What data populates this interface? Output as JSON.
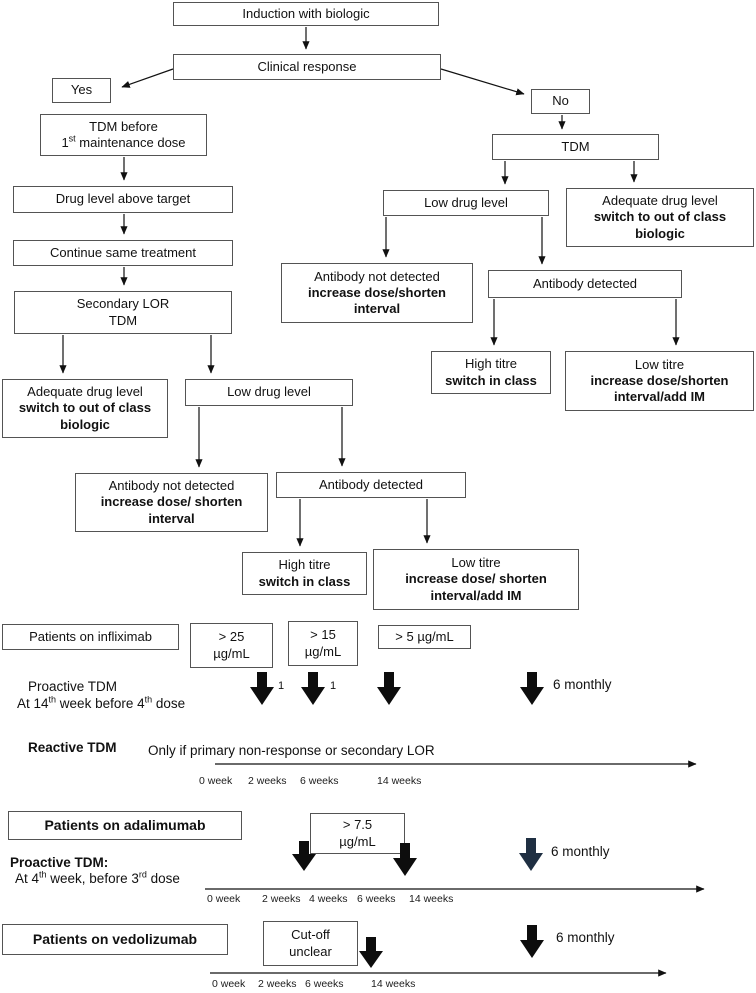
{
  "colors": {
    "box_border": "#545454",
    "line_black": "#111111",
    "block_arrow_black": "#0d0d0d",
    "block_arrow_navy": "#1f2f42"
  },
  "nodes": {
    "induction": "Induction with biologic",
    "clinical": "Clinical response",
    "yes": "Yes",
    "no": "No",
    "tdm_before": {
      "l1": "TDM before",
      "n": "1",
      "sup": "st",
      "rest": " maintenance dose"
    },
    "tdm": "TDM",
    "drug_above": "Drug level above target",
    "continue_same": "Continue same treatment",
    "secondary_lor": {
      "l1": "Secondary LOR",
      "l2": "TDM"
    },
    "low_drug_right": "Low drug level",
    "adequate_right": {
      "l1": "Adequate drug level",
      "l2": "switch to out of class biologic"
    },
    "ab_not_right": {
      "l1": "Antibody not detected",
      "l2": "increase dose/shorten interval"
    },
    "ab_det_right": "Antibody detected",
    "high_titre_right": {
      "l1": "High titre",
      "l2": "switch in class"
    },
    "low_titre_right": {
      "l1": "Low titre",
      "l2": "increase dose/shorten interval/add IM"
    },
    "adequate_left": {
      "l1": "Adequate drug level",
      "l2": "switch to out of class biologic"
    },
    "low_drug_left": "Low drug level",
    "ab_not_left": {
      "l1": "Antibody not detected",
      "l2": "increase dose/ shorten interval"
    },
    "ab_det_left": "Antibody detected",
    "high_titre_left": {
      "l1": "High titre",
      "l2": "switch in class"
    },
    "low_titre_left": {
      "l1": "Low titre",
      "l2": "increase dose/ shorten interval/add IM"
    }
  },
  "sections": {
    "infliximab": {
      "patients": "Patients on infliximab",
      "t1": {
        "l1": "> 25",
        "l2": "µg/mL"
      },
      "t2": {
        "l1": "> 15",
        "l2": "µg/mL"
      },
      "t3": "> 5 µg/mL",
      "proactive_l1": "Proactive TDM",
      "p2a": "At 14",
      "sup_a": "th",
      "p2b": " week before 4",
      "sup_b": "th",
      "p2c": " dose",
      "arrow_note": "1"
    },
    "reactive": {
      "title": "Reactive TDM",
      "note": "Only if primary non-response or secondary LOR",
      "ticks": [
        "0 week",
        "2 weeks",
        "6 weeks",
        "14 weeks"
      ]
    },
    "adalimumab": {
      "patients": "Patients on adalimumab",
      "threshold": {
        "l1": "> 7.5",
        "l2": "µg/mL"
      },
      "proactive_l1": "Proactive TDM:",
      "p2a": "At 4",
      "sup_a": "th",
      "p2b": " week, before 3",
      "sup_b": "rd",
      "p2c": " dose",
      "ticks": [
        "0 week",
        "2 weeks",
        "4 weeks",
        "6 weeks",
        "14 weeks"
      ]
    },
    "vedolizumab": {
      "patients": "Patients on vedolizumab",
      "cutoff": {
        "l1": "Cut-off",
        "l2": "unclear"
      },
      "ticks": [
        "0 week",
        "2 weeks",
        "6 weeks",
        "14 weeks"
      ]
    },
    "six_monthly": "6 monthly"
  }
}
